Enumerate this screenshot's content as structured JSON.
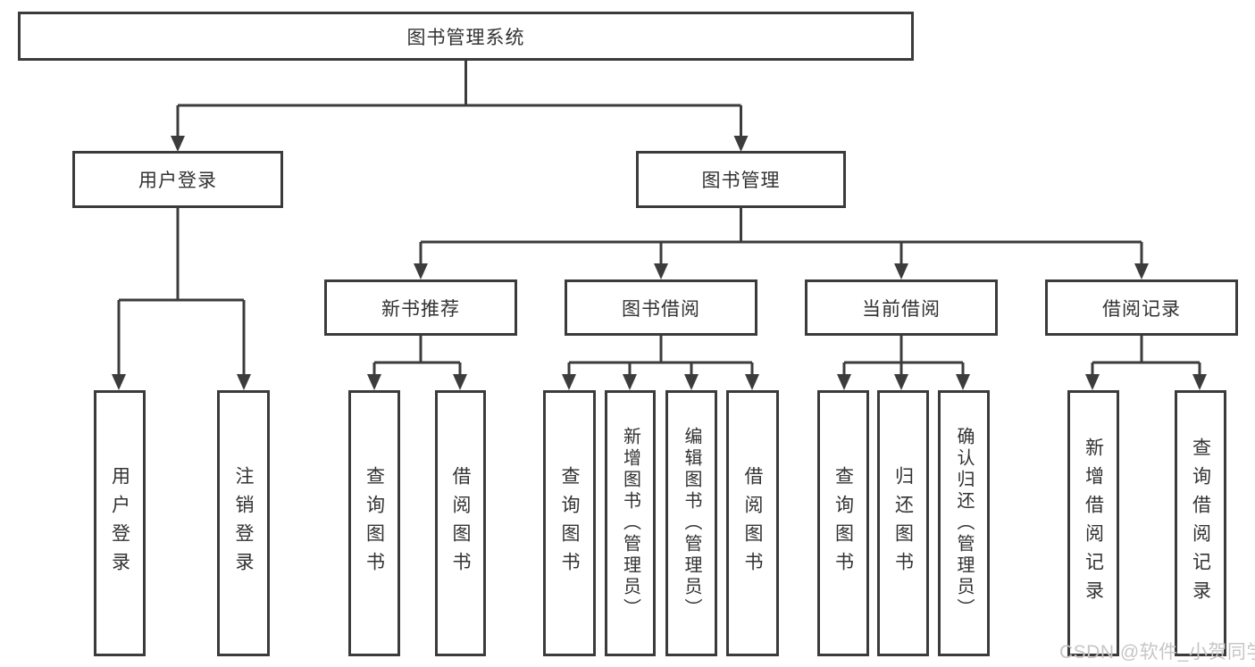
{
  "diagram": {
    "root": {
      "label": "图书管理系统"
    },
    "level2": [
      {
        "label": "用户登录",
        "children": [
          "用户登录",
          "注销登录"
        ]
      },
      {
        "label": "图书管理"
      }
    ],
    "level3": [
      {
        "label": "新书推荐",
        "children": [
          "查询图书",
          "借阅图书"
        ]
      },
      {
        "label": "图书借阅",
        "children": [
          "查询图书",
          "新增图书（管理员）",
          "编辑图书（管理员）",
          "借阅图书"
        ]
      },
      {
        "label": "当前借阅",
        "children": [
          "查询图书",
          "归还图书",
          "确认归还（管理员）"
        ]
      },
      {
        "label": "借阅记录",
        "children": [
          "新增借阅记录",
          "查询借阅记录"
        ]
      }
    ],
    "colors": {
      "line": "#3c3c3c",
      "box_border": "#3b3b3b",
      "text": "#323232"
    }
  },
  "watermark": {
    "text": "CSDN @软件_小贺同学",
    "color": "#c6c6c6"
  }
}
